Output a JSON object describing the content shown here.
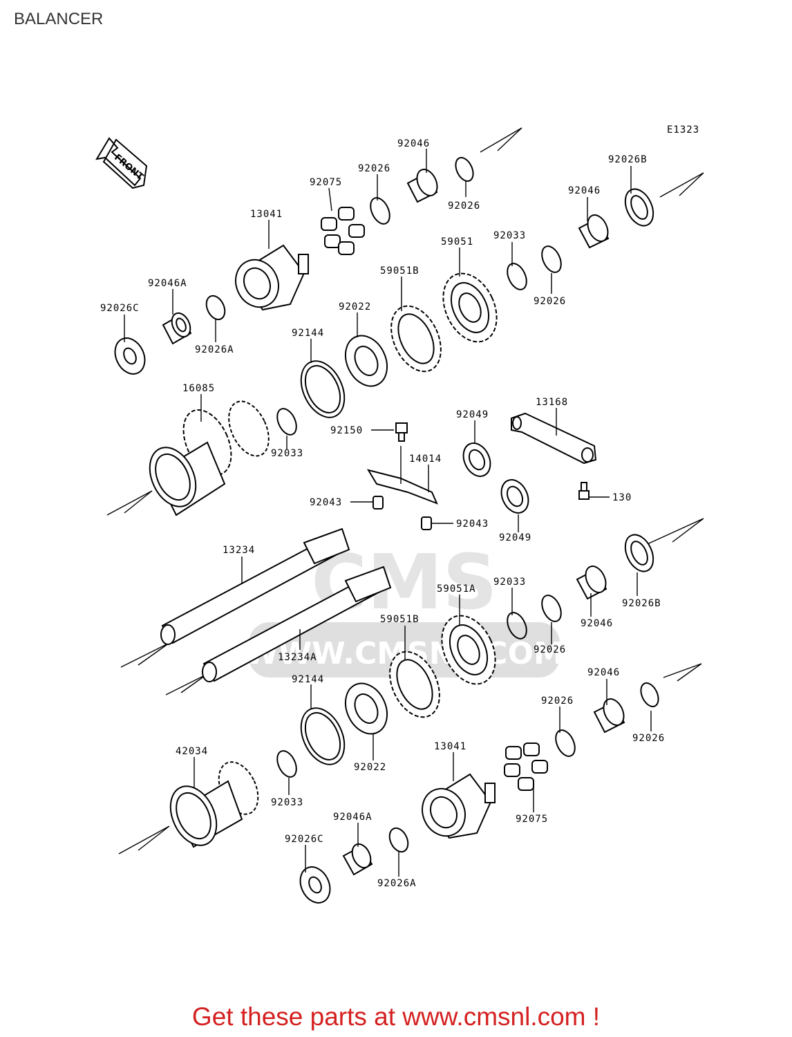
{
  "title": "BALANCER",
  "footer": {
    "promo": "Get these parts at www.cmsnl.com !"
  },
  "diagram": {
    "ref_code": "E1323",
    "front_label": "FRONT",
    "watermark": {
      "brand": "CMS",
      "url": "WWW.CMSNL.COM"
    },
    "callouts": [
      "92046",
      "92026",
      "92075",
      "13041",
      "92026",
      "92026B",
      "92046",
      "92033",
      "59051",
      "92026",
      "59051B",
      "92046A",
      "92026C",
      "92026A",
      "92022",
      "92144",
      "16085",
      "13168",
      "92049",
      "92150",
      "14014",
      "92033",
      "92043",
      "92043",
      "130",
      "92049",
      "13234",
      "92033",
      "59051A",
      "92026B",
      "92046",
      "13234A",
      "59051B",
      "92026",
      "92046",
      "92144",
      "92026",
      "92026",
      "42034",
      "92022",
      "13041",
      "92033",
      "92075",
      "92046A",
      "92026C",
      "92026A"
    ]
  }
}
